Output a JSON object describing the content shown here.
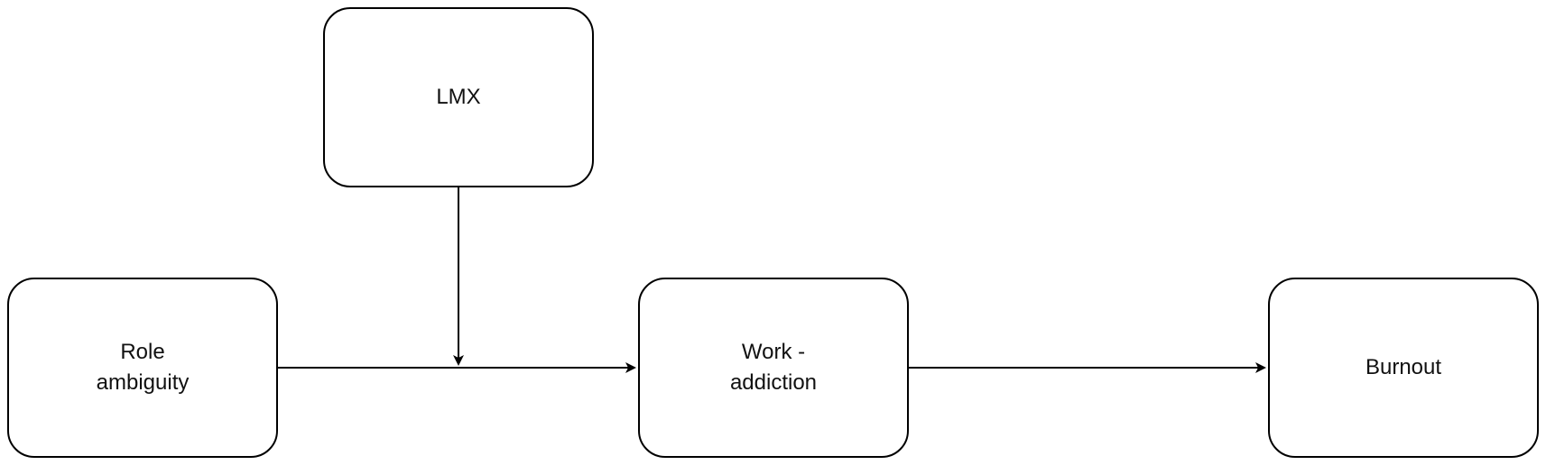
{
  "diagram": {
    "nodes": {
      "lmx": {
        "label": "LMX"
      },
      "role_ambiguity": {
        "label": "Role ambiguity"
      },
      "work_addiction": {
        "label": "Work - addiction"
      },
      "burnout": {
        "label": "Burnout"
      }
    },
    "edges": [
      {
        "from": "role_ambiguity",
        "to": "work_addiction",
        "style": "arrow"
      },
      {
        "from": "work_addiction",
        "to": "burnout",
        "style": "arrow"
      },
      {
        "from": "lmx",
        "to": "role_ambiguity->work_addiction",
        "style": "arrow",
        "meaning": "moderation"
      }
    ],
    "colors": {
      "stroke": "#000000",
      "fill": "#ffffff",
      "text": "#111111"
    }
  }
}
